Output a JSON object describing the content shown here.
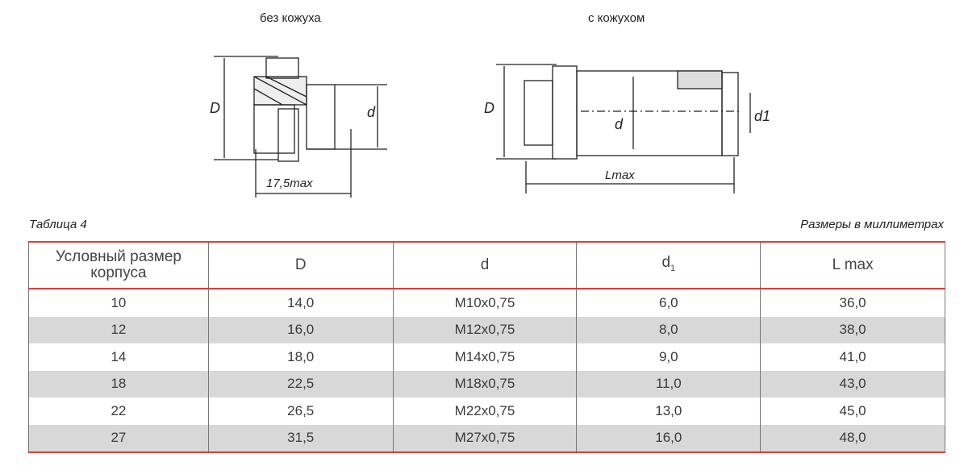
{
  "drawings": {
    "left": {
      "caption": "без кожуха",
      "labels": {
        "D": "D",
        "d": "d",
        "length": "17,5max"
      }
    },
    "right": {
      "caption": "с кожухом",
      "labels": {
        "D": "D",
        "d": "d",
        "d1": "d1",
        "L": "Lmax"
      }
    }
  },
  "table": {
    "caption": "Таблица 4",
    "units": "Размеры в миллиметрах",
    "headers": [
      "Условный размер корпуса",
      "D",
      "d",
      "d",
      "L max"
    ],
    "header_sub": "1",
    "rows": [
      [
        "10",
        "14,0",
        "M10x0,75",
        "6,0",
        "36,0"
      ],
      [
        "12",
        "16,0",
        "M12x0,75",
        "8,0",
        "38,0"
      ],
      [
        "14",
        "18,0",
        "M14x0,75",
        "9,0",
        "41,0"
      ],
      [
        "18",
        "22,5",
        "M18x0,75",
        "11,0",
        "43,0"
      ],
      [
        "22",
        "26,5",
        "M22x0,75",
        "13,0",
        "45,0"
      ],
      [
        "27",
        "31,5",
        "M27x0,75",
        "16,0",
        "48,0"
      ]
    ]
  }
}
